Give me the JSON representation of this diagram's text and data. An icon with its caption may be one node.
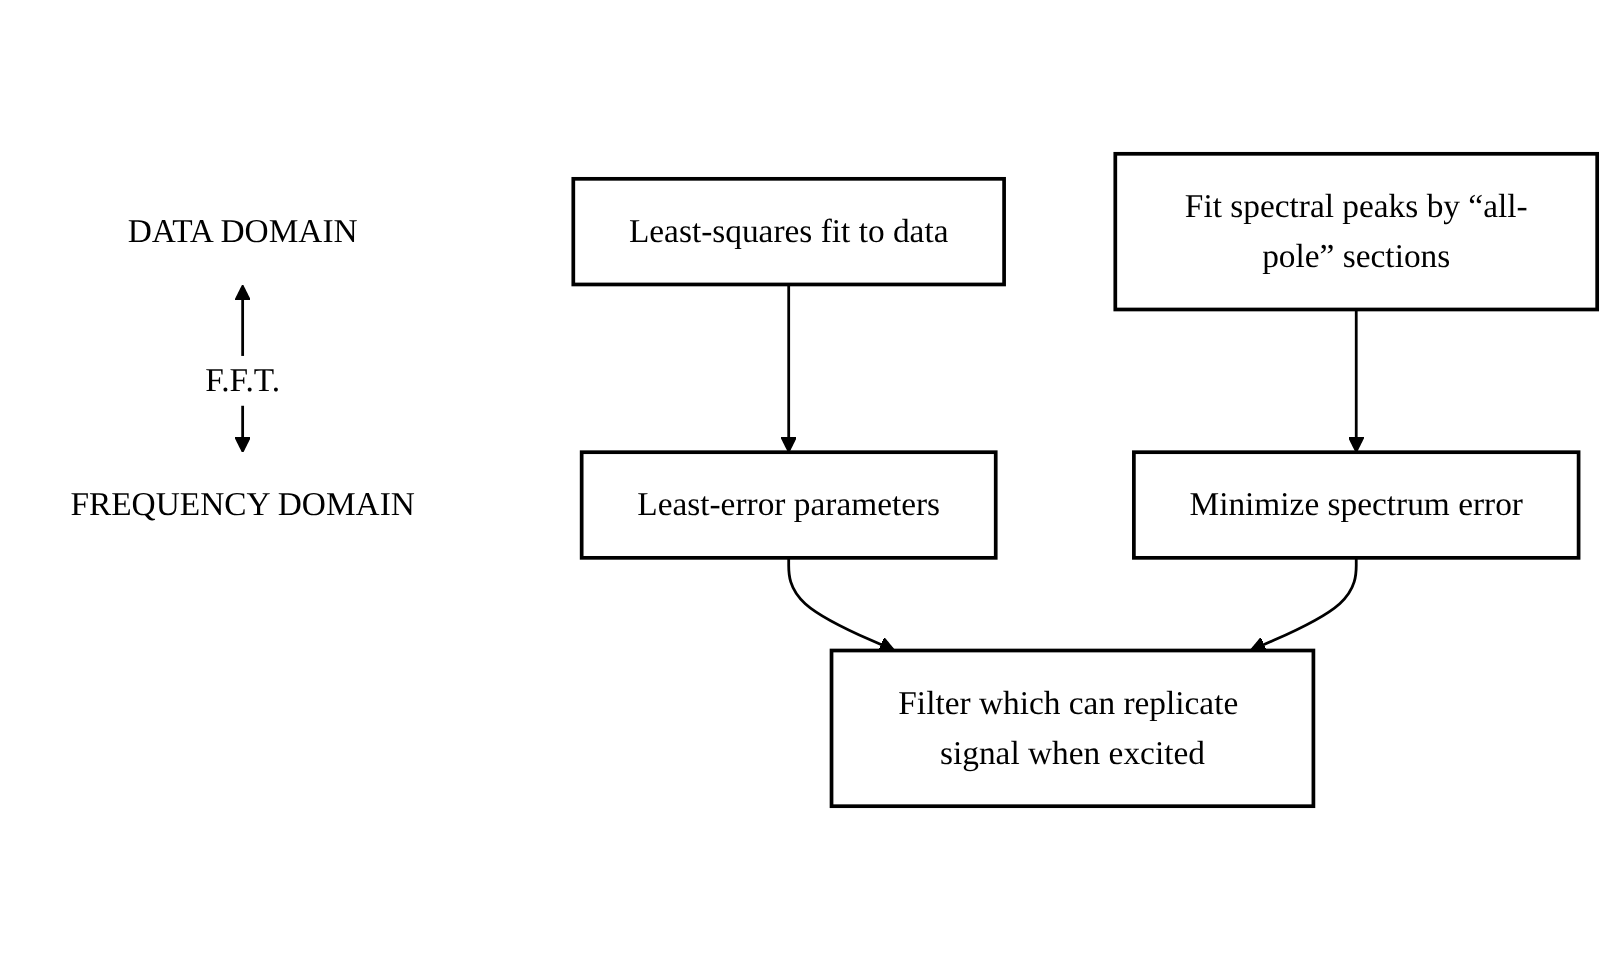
{
  "diagram": {
    "nodes": [
      {
        "text": [
          "DATA DOMAIN"
        ]
      },
      {
        "text": [
          "FREQUENCY DOMAIN"
        ]
      },
      {
        "text": [
          "Least-squares fit to data"
        ]
      },
      {
        "text": [
          "Fit spectral peaks by “all-pole” sections"
        ]
      },
      {
        "text": [
          "Least-error parameters"
        ]
      },
      {
        "text": [
          "Minimize spectrum error"
        ]
      },
      {
        "text": [
          "Filter which can replicate signal when excited"
        ]
      }
    ],
    "edges": [
      {
        "from": 0,
        "to": 1,
        "arrow": "both",
        "label": "F.F.T."
      },
      {
        "from": 2,
        "to": 4,
        "arrow": "to"
      },
      {
        "from": 3,
        "to": 5,
        "arrow": "to"
      },
      {
        "from": 4,
        "to": 6,
        "arrow": "to"
      },
      {
        "from": 5,
        "to": 6,
        "arrow": "to"
      }
    ]
  }
}
